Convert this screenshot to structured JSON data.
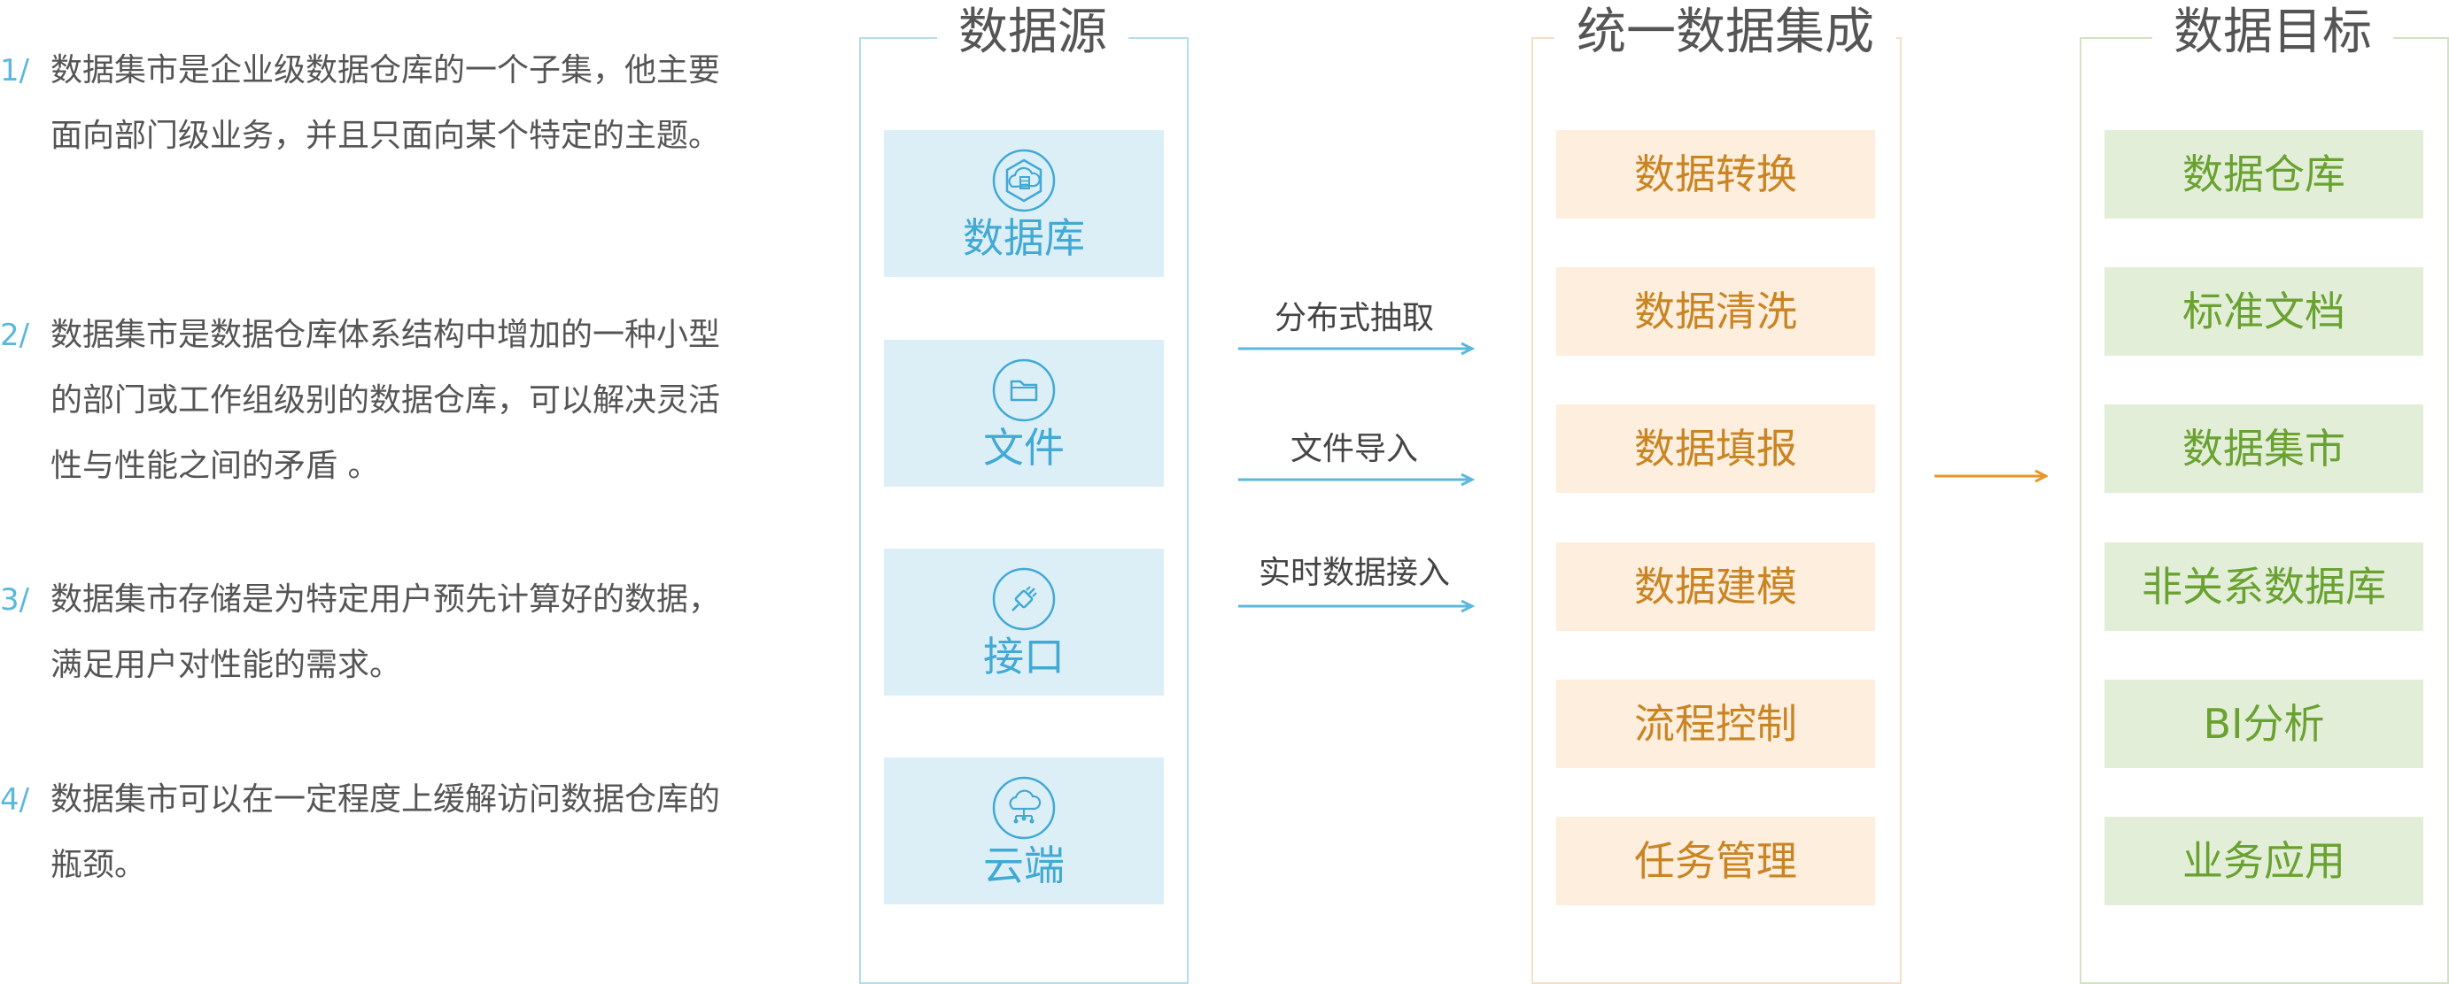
{
  "notes": [
    {
      "num": "1/",
      "text": "数据集市是企业级数据仓库的一个子集，他主要面向部门级业务，并且只面向某个特定的主题。"
    },
    {
      "num": "2/",
      "text": "数据集市是数据仓库体系结构中增加的一种小型的部门或工作组级别的数据仓库，可以解决灵活性与性能之间的矛盾 。"
    },
    {
      "num": "3/",
      "text": "数据集市存储是为特定用户预先计算好的数据，满足用户对性能的需求。"
    },
    {
      "num": "4/",
      "text": "数据集市可以在一定程度上缓解访问数据仓库的瓶颈。"
    }
  ],
  "sources": {
    "title": "数据源",
    "items": [
      {
        "label": "数据库",
        "icon": "cloud-database-icon"
      },
      {
        "label": "文件",
        "icon": "folder-icon"
      },
      {
        "label": "接口",
        "icon": "plug-icon"
      },
      {
        "label": "云端",
        "icon": "cloud-network-icon"
      }
    ]
  },
  "flows": [
    {
      "label": "分布式抽取"
    },
    {
      "label": "文件导入"
    },
    {
      "label": "实时数据接入"
    }
  ],
  "integration": {
    "title": "统一数据集成",
    "items": [
      "数据转换",
      "数据清洗",
      "数据填报",
      "数据建模",
      "流程控制",
      "任务管理"
    ]
  },
  "targets": {
    "title": "数据目标",
    "items": [
      "数据仓库",
      "标准文档",
      "数据集市",
      "非关系数据库",
      "BI分析",
      "业务应用"
    ]
  },
  "colors": {
    "source_accent": "#41a9d4",
    "integration_accent": "#c98524",
    "target_accent": "#6aa232",
    "flow_arrow": "#5bb8dc",
    "output_arrow": "#e8962a"
  }
}
